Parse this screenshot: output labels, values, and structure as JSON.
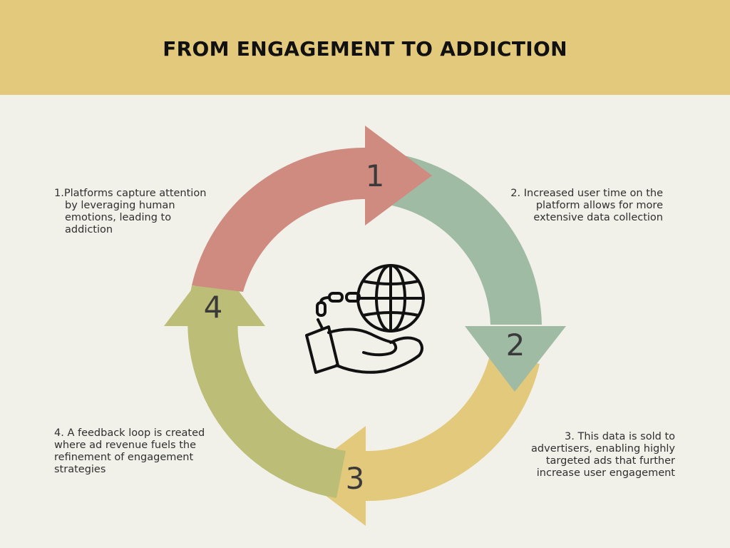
{
  "title": "FROM ENGAGEMENT TO ADDICTION",
  "steps": [
    {
      "number": "1",
      "text": "1.Platforms capture attention by leveraging human emotions, leading to addiction",
      "color": "#cf8b80"
    },
    {
      "number": "2",
      "text": "2. Increased user time on the platform allows for more extensive data collection",
      "color": "#9fbba4"
    },
    {
      "number": "3",
      "text": "3. This data is sold to advertisers, enabling highly targeted ads that further increase user engagement",
      "color": "#e3c97b"
    },
    {
      "number": "4",
      "text": "4. A feedback loop is created where ad revenue fuels the refinement of engagement strategies",
      "color": "#bcbe77"
    }
  ],
  "center_icon": "hand-holding-chained-globe-icon",
  "colors": {
    "header": "#e3c97b",
    "background": "#f1f1ea"
  }
}
